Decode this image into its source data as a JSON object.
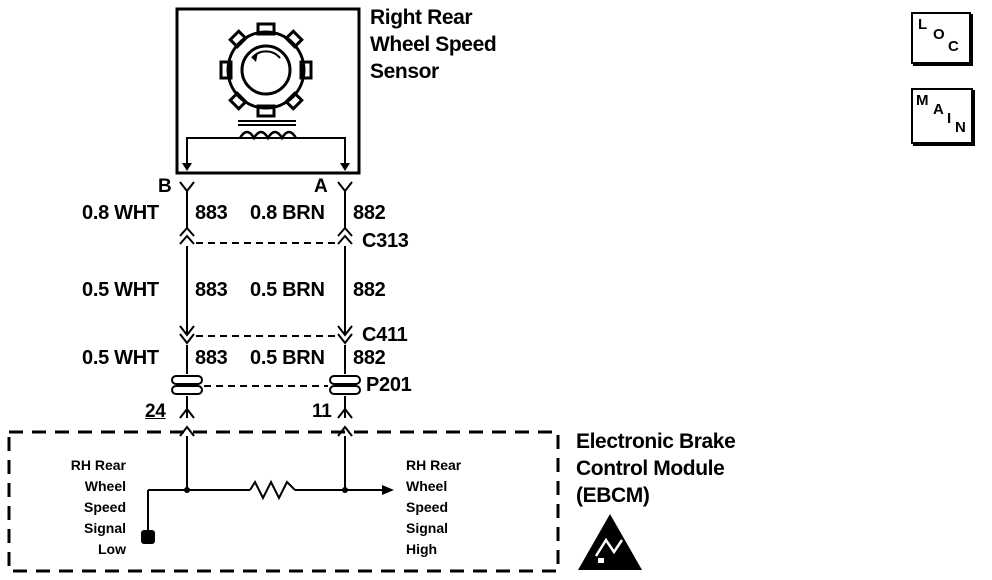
{
  "sensor": {
    "title_lines": [
      "Right Rear",
      "Wheel Speed",
      "Sensor"
    ],
    "pin_b": "B",
    "pin_a": "A"
  },
  "wires": {
    "row1": {
      "left_size": "0.8 WHT",
      "left_circuit": "883",
      "right_size": "0.8 BRN",
      "right_circuit": "882"
    },
    "row2": {
      "left_size": "0.5 WHT",
      "left_circuit": "883",
      "right_size": "0.5 BRN",
      "right_circuit": "882"
    },
    "row3": {
      "left_size": "0.5 WHT",
      "left_circuit": "883",
      "right_size": "0.5 BRN",
      "right_circuit": "882"
    }
  },
  "connectors": {
    "c313": "C313",
    "c411": "C411",
    "p201": "P201"
  },
  "module": {
    "title_lines": [
      "Electronic Brake",
      "Control Module",
      "(EBCM)"
    ],
    "pin_left": "24",
    "pin_right": "11",
    "left_signal_lines": [
      "RH Rear",
      "Wheel",
      "Speed",
      "Signal",
      "Low"
    ],
    "right_signal_lines": [
      "RH Rear",
      "Wheel",
      "Speed",
      "Signal",
      "High"
    ]
  },
  "nav_buttons": {
    "loc": {
      "l1": "L",
      "l2": "O",
      "l3": "C"
    },
    "main": {
      "l1": "M",
      "l2": "A",
      "l3": "I",
      "l4": "N"
    }
  }
}
